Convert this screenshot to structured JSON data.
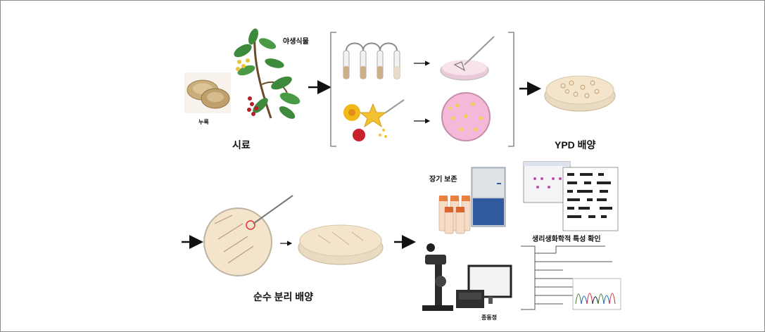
{
  "labels": {
    "wild_plant": "야생식물",
    "nuruk": "누룩",
    "sample": "시료",
    "ypd_culture": "YPD 배양",
    "pure_isolation_culture": "순수 분리 배양",
    "long_term_storage": "장기 보존",
    "physio_biochem_check": "생리생화학적 특성 확인",
    "species_identification": "종동정"
  },
  "colors": {
    "leaf": "#3e8a3c",
    "berry": "#b3202b",
    "petri_media": "#f3e4cb",
    "pink_media": "#f6b8d9",
    "tube_cap": "#e9803f",
    "freezer_blue": "#2f5b9e"
  }
}
